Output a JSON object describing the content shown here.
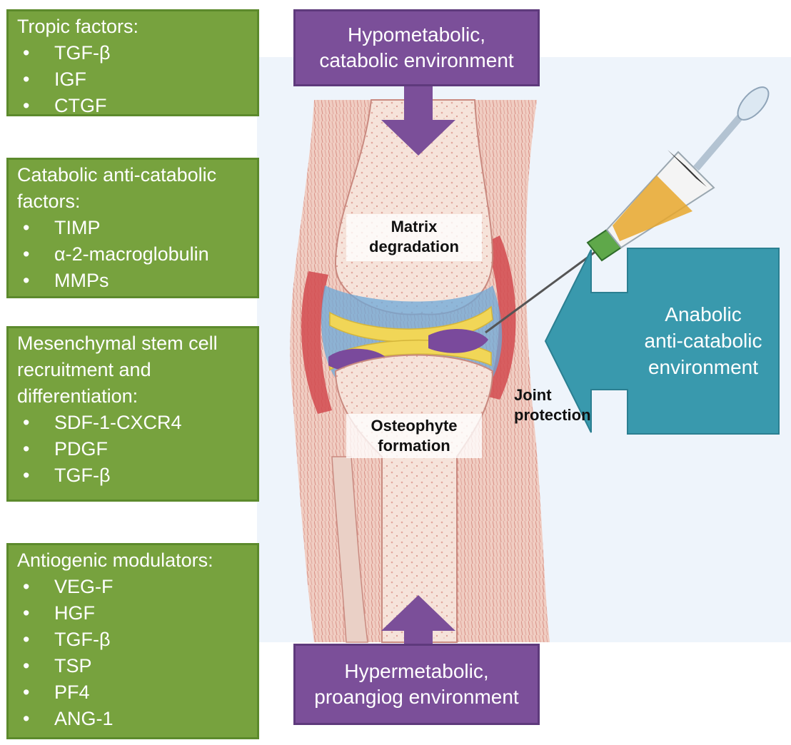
{
  "tropic": {
    "title": "Tropic factors:",
    "items": [
      "TGF-β",
      "IGF",
      "CTGF"
    ]
  },
  "catabolic": {
    "title": "Catabolic anti-catabolic factors:",
    "items": [
      "TIMP",
      "α-2-macroglobulin",
      "MMPs"
    ]
  },
  "mesenchymal": {
    "title": "Mesenchymal stem cell recruitment and differentiation:",
    "items": [
      "SDF-1-CXCR4",
      "PDGF",
      "TGF-β"
    ]
  },
  "antiogenic": {
    "title": "Antiogenic modulators:",
    "items": [
      "VEG-F",
      "HGF",
      "TGF-β",
      "TSP",
      "PF4",
      "ANG-1"
    ]
  },
  "top_environment": {
    "line1": "Hypometabolic,",
    "line2": "catabolic environment"
  },
  "bottom_environment": {
    "line1": "Hypermetabolic,",
    "line2": "proangiog environment"
  },
  "right_environment": {
    "line1": "Anabolic",
    "line2": "anti-catabolic",
    "line3": "environment"
  },
  "labels": {
    "matrix_line1": "Matrix",
    "matrix_line2": "degradation",
    "osteophyte_line1": "Osteophyte",
    "osteophyte_line2": "formation",
    "joint_line1": "Joint",
    "joint_line2": "protection"
  },
  "colors": {
    "green": "#77a23e",
    "purple": "#7b4f99",
    "teal": "#3999ad"
  }
}
